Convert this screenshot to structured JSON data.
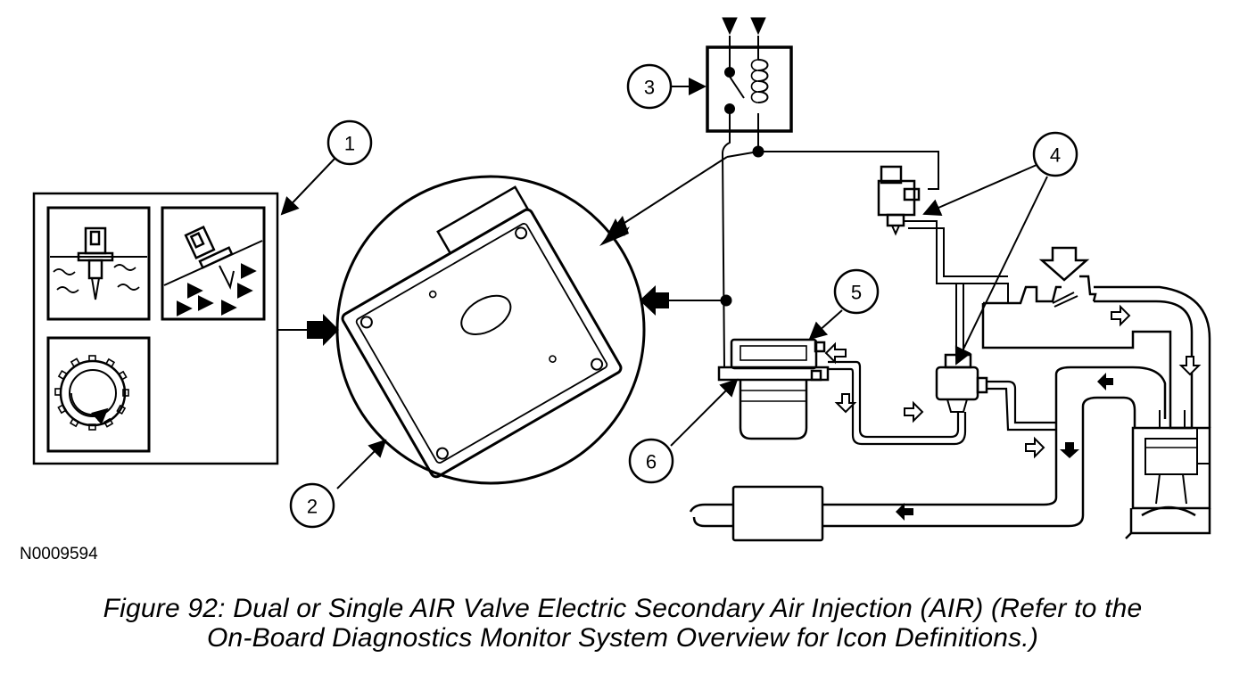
{
  "figure": {
    "reference_number": "N0009594",
    "caption_line1": "Figure 92: Dual or Single AIR Valve Electric Secondary Air Injection (AIR) (Refer to the",
    "caption_line2": "On-Board Diagnostics Monitor System Overview for Icon Definitions.)"
  },
  "callouts": [
    "1",
    "2",
    "3",
    "4",
    "5",
    "6"
  ]
}
